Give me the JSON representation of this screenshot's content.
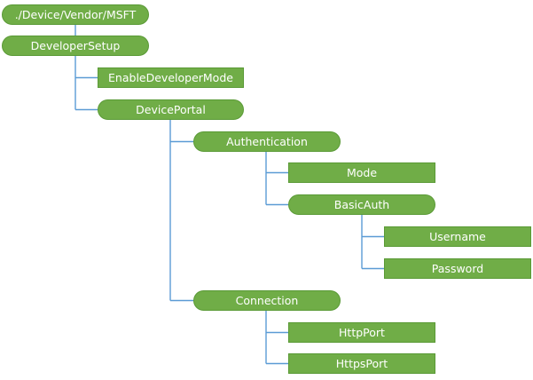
{
  "tree": {
    "root": "./Device/Vendor/MSFT",
    "developer_setup": "DeveloperSetup",
    "enable_developer_mode": "EnableDeveloperMode",
    "device_portal": "DevicePortal",
    "authentication": "Authentication",
    "mode": "Mode",
    "basic_auth": "BasicAuth",
    "username": "Username",
    "password": "Password",
    "connection": "Connection",
    "http_port": "HttpPort",
    "https_port": "HttpsPort"
  },
  "colors": {
    "node_fill": "#70ad47",
    "node_text": "#ffffff",
    "connector": "#5b9bd5"
  }
}
